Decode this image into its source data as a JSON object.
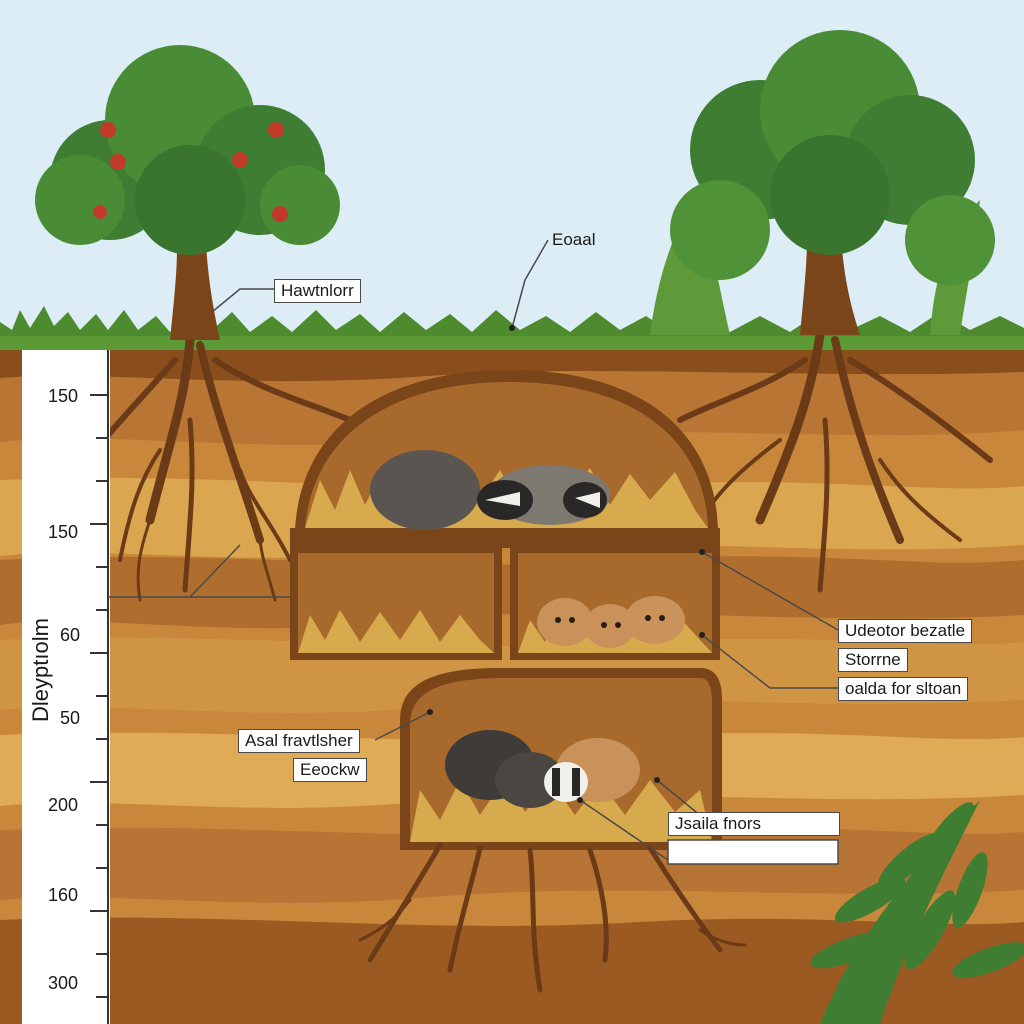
{
  "labels": {
    "tree_left": "Hawtnlorr",
    "ground": "Eoaal",
    "chamber_right_1": "Udeotor bezatle",
    "chamber_right_2": "Storrne",
    "chamber_right_3": "oalda for sltoan",
    "chamber_low_1": "Asal fravtlsher",
    "chamber_low_2": "Eeockw",
    "nest_bottom": "Jsaila fnors"
  },
  "depth_scale": {
    "title": "Dleyptıolm",
    "ticks": [
      "150",
      "150",
      "60",
      "50",
      "200",
      "160",
      "300"
    ]
  },
  "colors": {
    "sky": "#dcedf5",
    "grass": "#4e8a2e",
    "soil_light": "#d9a24c",
    "soil_dark": "#9a5a22",
    "burrow": "#7a4518",
    "leaf": "#3f7d32",
    "fruit": "#c23b2a",
    "root": "#6b3a17"
  }
}
